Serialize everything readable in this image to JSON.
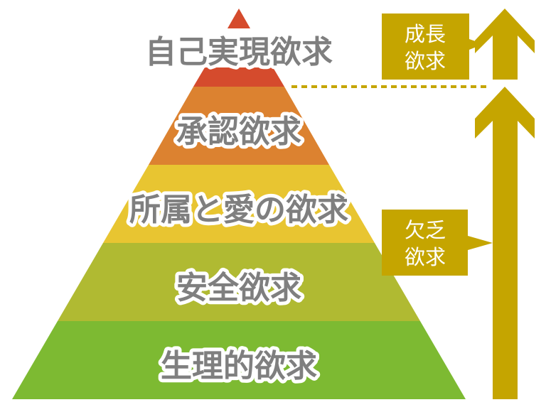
{
  "title": "Maslow hierarchy of needs",
  "levels": [
    {
      "label": "自己実現欲求",
      "color": "#d54b2d"
    },
    {
      "label": "承認欲求",
      "color": "#dc8230"
    },
    {
      "label": "所属と愛の欲求",
      "color": "#e8c531"
    },
    {
      "label": "安全欲求",
      "color": "#b0ba32"
    },
    {
      "label": "生理的欲求",
      "color": "#7dba32"
    }
  ],
  "groups": {
    "growth": {
      "line1": "成長",
      "line2": "欲求"
    },
    "deficiency": {
      "line1": "欠乏",
      "line2": "欲求"
    }
  },
  "accent": "#c5a500",
  "text_color": "#7f7f7f"
}
